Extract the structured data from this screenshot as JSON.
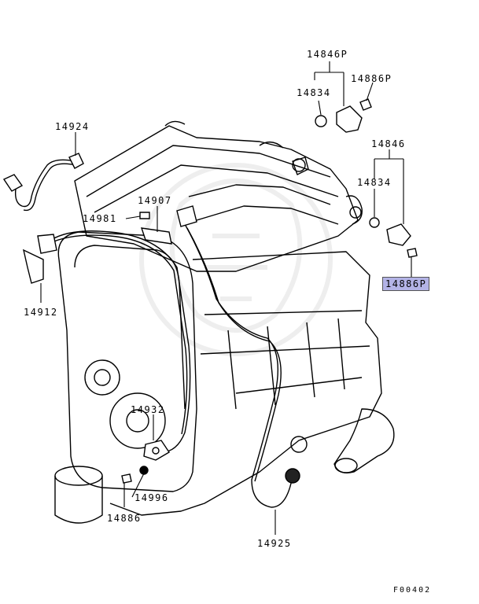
{
  "parts": {
    "p14846p": "14846P",
    "p14886p_top": "14886P",
    "p14834_top": "14834",
    "p14924": "14924",
    "p14846": "14846",
    "p14834_right": "14834",
    "p14907": "14907",
    "p14981": "14981",
    "p14886p_highlight": "14886P",
    "p14912": "14912",
    "p14932": "14932",
    "p14996": "14996",
    "p14886": "14886",
    "p14925": "14925"
  },
  "figure_ref": "F00402",
  "colors": {
    "highlight": "#b3b3e6",
    "line": "#000000"
  }
}
